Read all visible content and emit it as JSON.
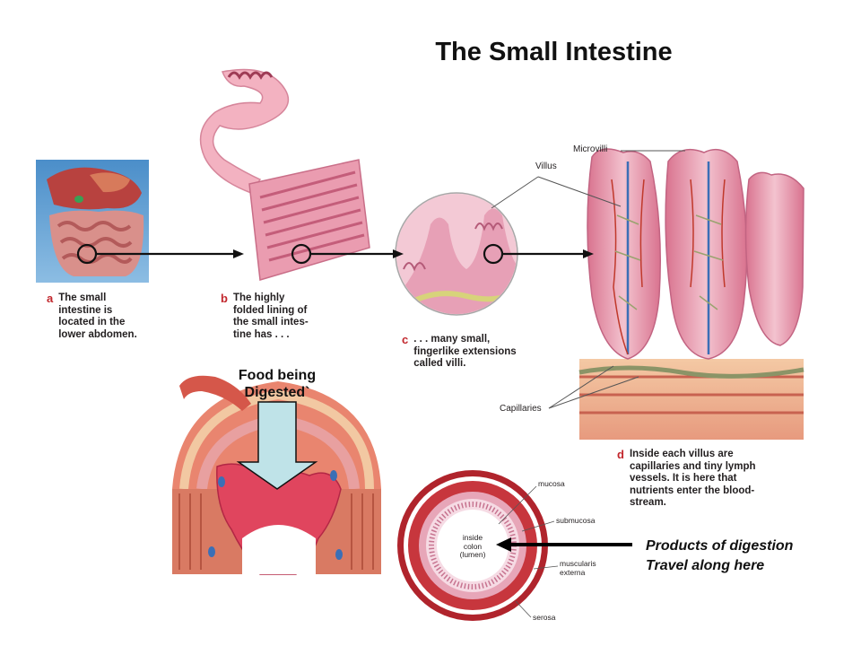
{
  "title": "The Small Intestine",
  "captions": {
    "a": {
      "letter": "a",
      "text": "The small\nintestine is\nlocated in the\nlower abdomen."
    },
    "b": {
      "letter": "b",
      "text": "The highly\nfolded lining of\nthe small intes-\ntine has . . ."
    },
    "c": {
      "letter": "c",
      "text": ". . . many small,\nfingerlike extensions\ncalled villi."
    },
    "d": {
      "letter": "d",
      "text": "Inside each villus are\ncapillaries and tiny lymph\nvessels. It is here that\nnutrients enter the blood-\nstream."
    }
  },
  "labels": {
    "microvilli": "Microvilli",
    "villus": "Villus",
    "capillaries": "Capillaries",
    "mucosa": "mucosa",
    "submucosa": "submucosa",
    "muscularis": "muscularis\nexterna",
    "serosa": "serosa",
    "lumen": "inside\ncolon\n(lumen)"
  },
  "annotations": {
    "food": "Food being\nDigested`",
    "products": "Products of digestion\nTravel along here"
  },
  "colors": {
    "tissue_pink": "#e9a2b4",
    "tissue_light": "#f6d3dc",
    "muscle_red": "#c0392b",
    "capillary_blue": "#3b6fb6",
    "arrow_fill": "#bfe3e8"
  }
}
